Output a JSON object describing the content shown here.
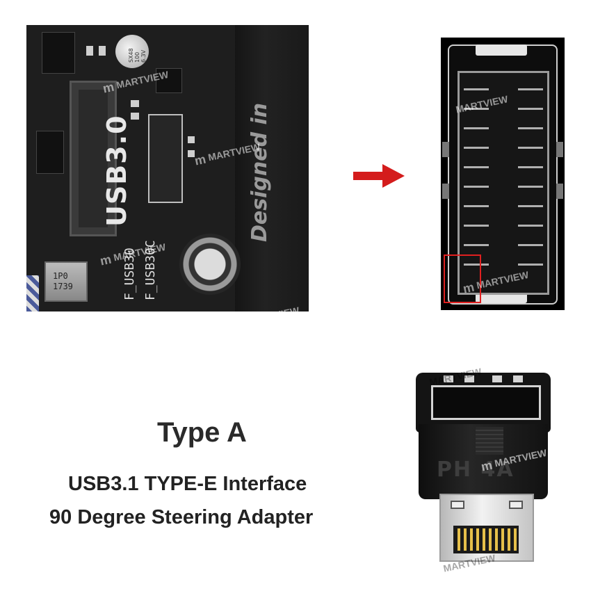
{
  "watermark": {
    "brand": "MARTVIEW",
    "logo_glyph": "m"
  },
  "motherboard": {
    "header_label": "USB3.0",
    "silkscreen_1": "F_USB30",
    "silkscreen_2": "F_USB30C",
    "side_text": "Designed in",
    "capacitor_text": "SX48\n100\n6.3V",
    "inductor_text": "1P0\n1739"
  },
  "arrow": {
    "color": "#d41c1c"
  },
  "highlight": {
    "color": "#e02020"
  },
  "product": {
    "mold_text": "PH  4A"
  },
  "text": {
    "type_label": "Type A",
    "line_1": "USB3.1 TYPE-E Interface",
    "line_2": "90 Degree Steering Adapter"
  }
}
